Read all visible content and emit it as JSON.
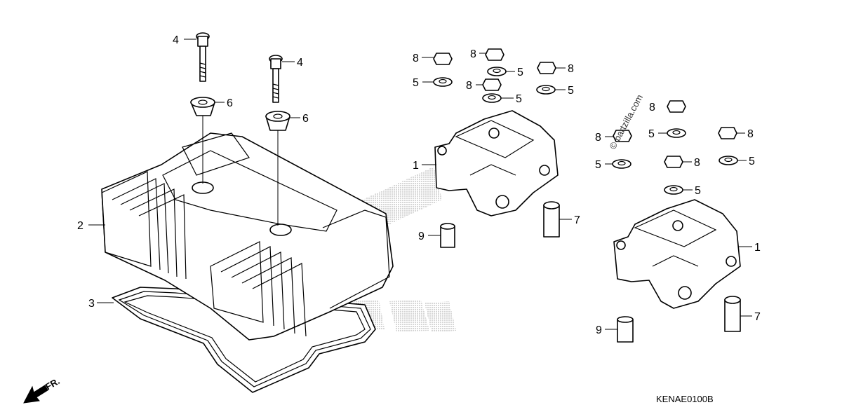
{
  "diagram_code": "KENAE0100B",
  "front_label": "FR.",
  "watermark": "© partzilla.com",
  "colors": {
    "line": "#000000",
    "background": "#ffffff",
    "halftone": "#9a9a9a"
  },
  "callouts": [
    {
      "id": "c4a",
      "text": "4"
    },
    {
      "id": "c4b",
      "text": "4"
    },
    {
      "id": "c6a",
      "text": "6"
    },
    {
      "id": "c6b",
      "text": "6"
    },
    {
      "id": "c2",
      "text": "2"
    },
    {
      "id": "c3",
      "text": "3"
    },
    {
      "id": "c1a",
      "text": "1"
    },
    {
      "id": "c1b",
      "text": "1"
    },
    {
      "id": "c7a",
      "text": "7"
    },
    {
      "id": "c7b",
      "text": "7"
    },
    {
      "id": "c9a",
      "text": "9"
    },
    {
      "id": "c9b",
      "text": "9"
    },
    {
      "id": "c8a",
      "text": "8"
    },
    {
      "id": "c8b",
      "text": "8"
    },
    {
      "id": "c8c",
      "text": "8"
    },
    {
      "id": "c8d",
      "text": "8"
    },
    {
      "id": "c8e",
      "text": "8"
    },
    {
      "id": "c8f",
      "text": "8"
    },
    {
      "id": "c8g",
      "text": "8"
    },
    {
      "id": "c8h",
      "text": "8"
    },
    {
      "id": "c5a",
      "text": "5"
    },
    {
      "id": "c5b",
      "text": "5"
    },
    {
      "id": "c5c",
      "text": "5"
    },
    {
      "id": "c5d",
      "text": "5"
    },
    {
      "id": "c5e",
      "text": "5"
    },
    {
      "id": "c5f",
      "text": "5"
    },
    {
      "id": "c5g",
      "text": "5"
    },
    {
      "id": "c5h",
      "text": "5"
    }
  ]
}
